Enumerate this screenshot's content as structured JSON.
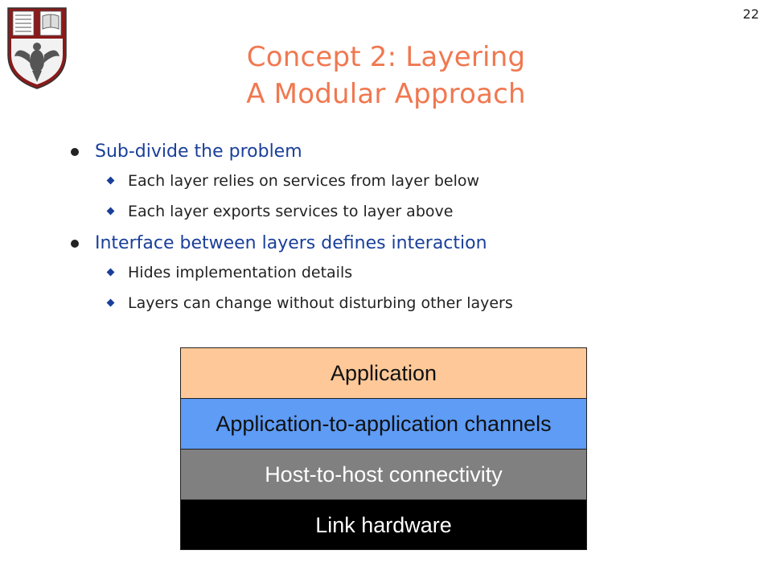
{
  "slide_number": "22",
  "title": {
    "line1": "Concept 2: Layering",
    "line2": "A Modular Approach"
  },
  "bullets": [
    {
      "text": "Sub-divide the problem",
      "sub": [
        "Each layer relies on services from layer below",
        "Each layer exports services to layer above"
      ]
    },
    {
      "text": "Interface between layers defines interaction",
      "sub": [
        "Hides implementation details",
        "Layers can change without disturbing other layers"
      ]
    }
  ],
  "layers": [
    {
      "label": "Application",
      "color": "#fec898"
    },
    {
      "label": "Application-to-application channels",
      "color": "#5e9cf6"
    },
    {
      "label": "Host-to-host connectivity",
      "color": "#808080"
    },
    {
      "label": "Link hardware",
      "color": "#000000"
    }
  ],
  "colors": {
    "title": "#f07850",
    "bullet_text": "#1a3f9a",
    "logo_shield": "#8b1a1a"
  },
  "logo": {
    "icon": "university-crest-icon"
  }
}
